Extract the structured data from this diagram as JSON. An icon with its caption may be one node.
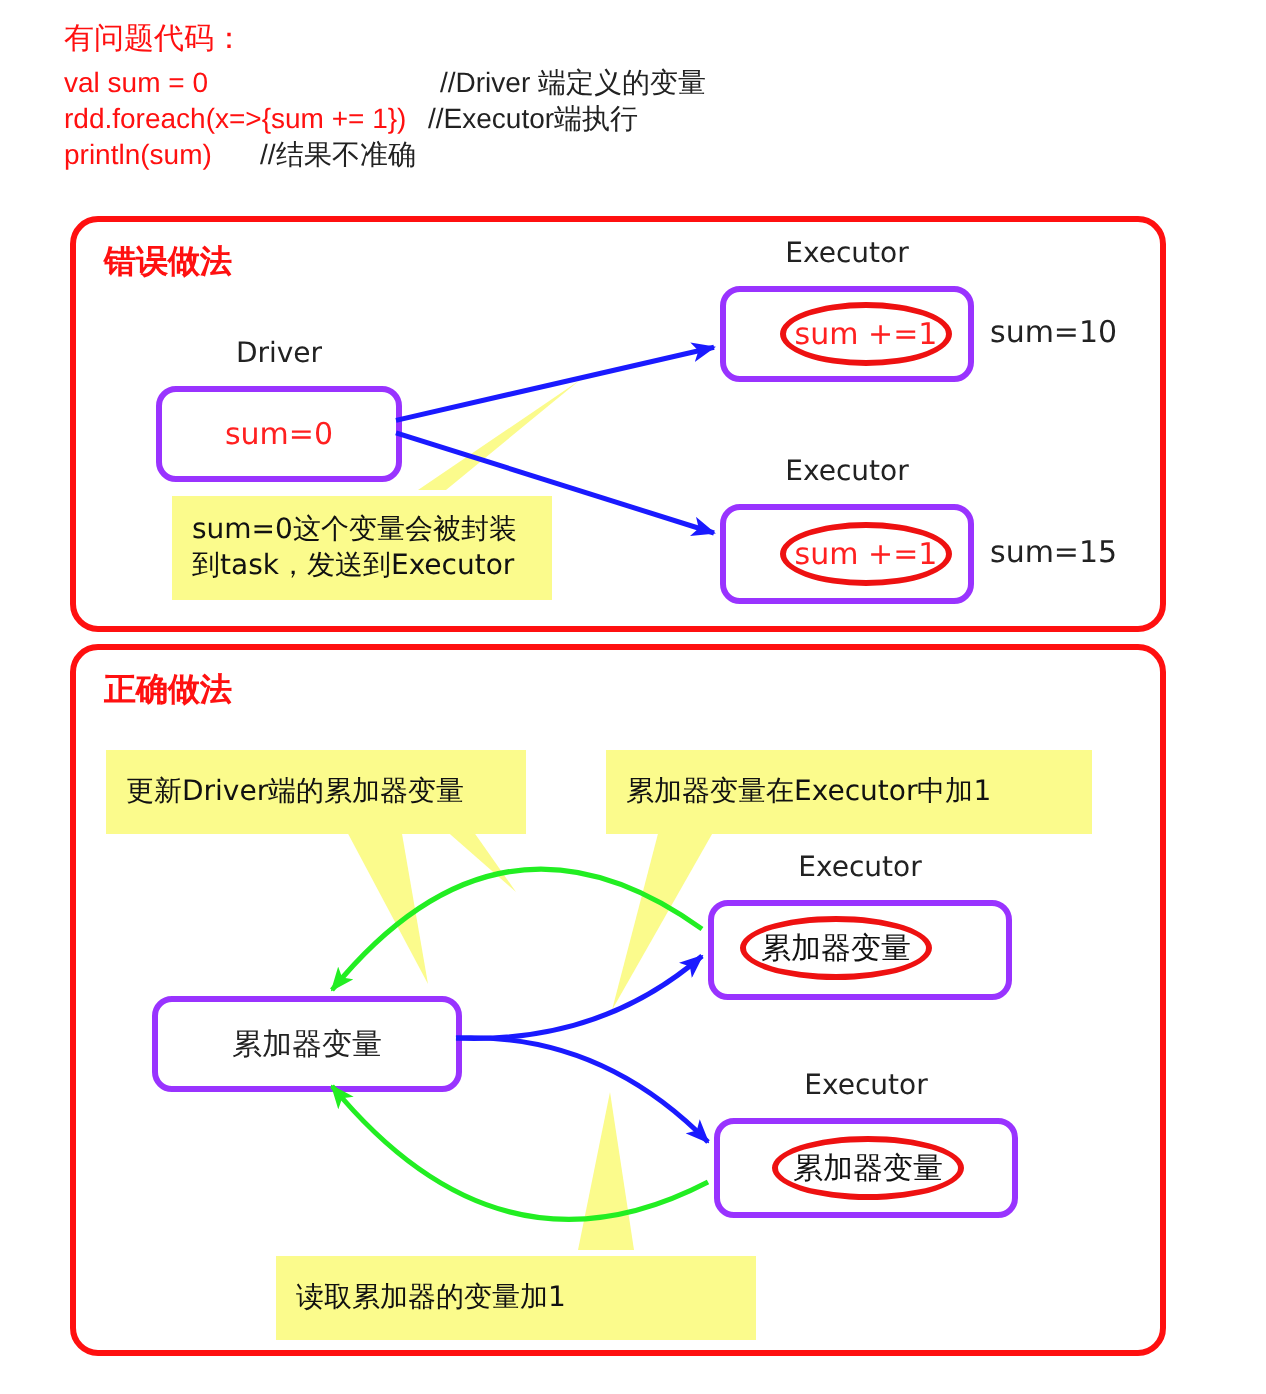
{
  "diagram": {
    "nodes": [
      {
        "text": [
          "错误做法"
        ]
      },
      {
        "text": [
          "Driver",
          "sum=0"
        ],
        "in": 0
      },
      {
        "text": [
          "Executor"
        ],
        "in": 0,
        "beside": [
          "sum=10"
        ]
      },
      {
        "text": [
          "sum +=1"
        ],
        "in": 2
      },
      {
        "text": [
          "Executor"
        ],
        "in": 0,
        "beside": [
          "sum=15"
        ]
      },
      {
        "text": [
          "sum +=1"
        ],
        "in": 4
      },
      {
        "text": [
          "sum=0这个变量会被封装到task，发送到Executor"
        ],
        "in": 0
      },
      {
        "text": [
          "正确做法"
        ]
      },
      {
        "text": [
          "更新Driver端的累加器变量"
        ],
        "in": 7
      },
      {
        "text": [
          "累加器变量在Executor中加1"
        ],
        "in": 7
      },
      {
        "text": [
          "Executor"
        ],
        "in": 7
      },
      {
        "text": [
          "累加器变量"
        ],
        "in": 10
      },
      {
        "text": [
          "累加器变量"
        ],
        "in": 7
      },
      {
        "text": [
          "Executor"
        ],
        "in": 7
      },
      {
        "text": [
          "累加器变量"
        ],
        "in": 13
      },
      {
        "text": [
          "读取累加器的变量加1"
        ],
        "in": 7
      }
    ],
    "edges": [
      {
        "from": 1,
        "to": 2,
        "arrow": "to"
      },
      {
        "from": 1,
        "to": 4,
        "arrow": "to"
      },
      {
        "from": 10,
        "to": 12,
        "arrow": "to",
        "color": "#22ee22"
      },
      {
        "from": 12,
        "to": 10,
        "arrow": "to"
      },
      {
        "from": 12,
        "to": 13,
        "arrow": "to"
      },
      {
        "from": 13,
        "to": 12,
        "arrow": "to",
        "color": "#22ee22"
      },
      {
        "from": 6,
        "to": null,
        "arrow": "both",
        "color": "#fbfb8c"
      },
      {
        "from": 8,
        "to": null,
        "arrow": "to",
        "style": "thick",
        "color": "#fbfb8c"
      },
      {
        "from": 8,
        "to": null,
        "arrow": "both",
        "color": "#fbfb8c"
      },
      {
        "from": 9,
        "to": null,
        "arrow": "to",
        "style": "thick",
        "color": "#fbfb8c"
      },
      {
        "from": 15,
        "to": null,
        "arrow": "to",
        "style": "thick",
        "color": "#fbfb8c"
      }
    ],
    "labels": [
      "有问题代码：",
      "val sum = 0",
      "//Driver 端定义的变量",
      "rdd.foreach(x=>{sum += 1})",
      "//Executor端执行",
      "println(sum)",
      "//结果不准确"
    ]
  }
}
